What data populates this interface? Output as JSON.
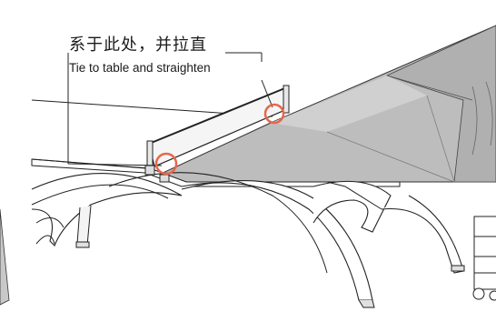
{
  "instruction": {
    "title_cn": "系于此处，并拉直",
    "subtitle_en": "Tie to table and straighten"
  },
  "colors": {
    "highlight": "#e8664a",
    "line": "#2a2a2a",
    "table_top": "#bdbdbd",
    "table_side": "#a9a9a9",
    "net": "#f2f2f2"
  },
  "icons": [
    "attachment-point-marker",
    "attachment-point-marker"
  ]
}
